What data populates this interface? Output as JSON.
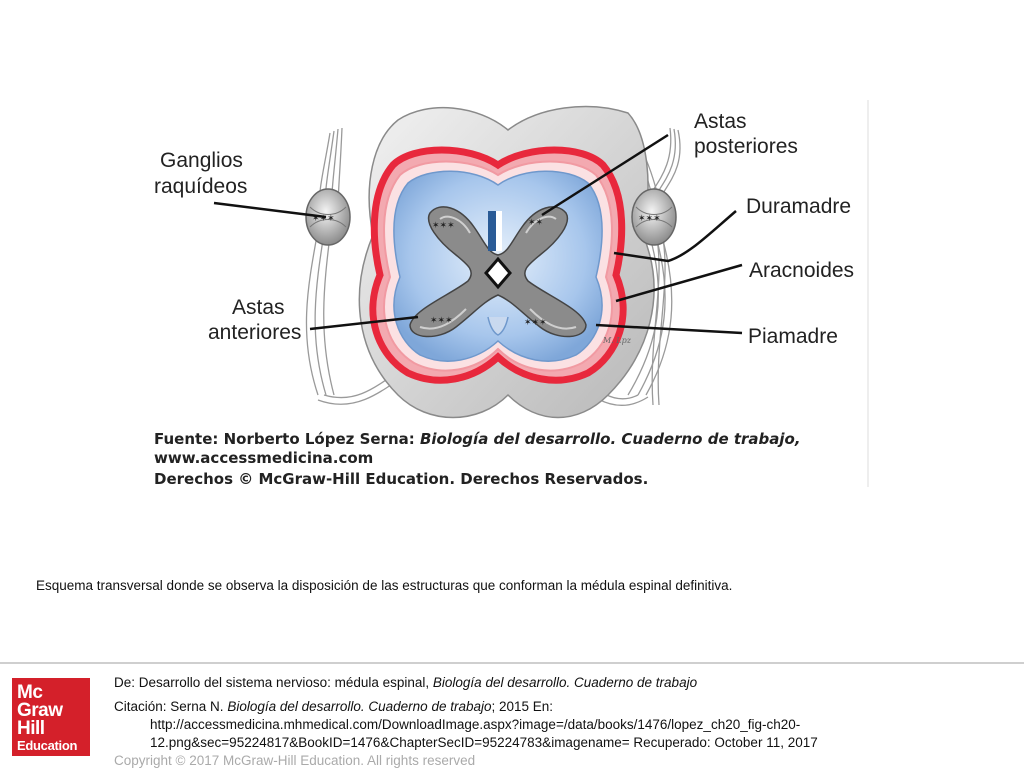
{
  "figure": {
    "labels": {
      "ganglios_line1": "Ganglios",
      "ganglios_line2": "raquídeos",
      "astas_post_line1": "Astas",
      "astas_post_line2": "posteriores",
      "duramadre": "Duramadre",
      "aracnoides": "Aracnoides",
      "astas_ant_line1": "Astas",
      "astas_ant_line2": "anteriores",
      "piamadre": "Piamadre"
    },
    "source": {
      "line1_prefix": "Fuente: Norberto López Serna: ",
      "line1_italic": "Biología del desarrollo. Cuaderno de trabajo,",
      "line2": "www.accessmedicina.com",
      "line3": "Derechos © McGraw-Hill Education. Derechos Reservados."
    }
  },
  "caption": "Esquema transversal donde se observa la disposición de las estructuras que conforman la médula espinal definitiva.",
  "logo": {
    "line1": "Mc",
    "line2": "Graw",
    "line3": "Hill",
    "line4": "Education"
  },
  "footer": {
    "de_prefix": "De: Desarrollo del sistema nervioso: médula espinal, ",
    "de_italic": "Biología del desarrollo. Cuaderno de trabajo",
    "cit_prefix": "Citación: Serna N. ",
    "cit_italic": "Biología del desarrollo. Cuaderno de trabajo",
    "cit_suffix": "; 2015 En:",
    "cit_url1": "http://accessmedicina.mhmedical.com/DownloadImage.aspx?image=/data/books/1476/lopez_ch20_fig-ch20-",
    "cit_url2": "12.png&sec=95224817&BookID=1476&ChapterSecID=95224783&imagename= Recuperado: October 11, 2017",
    "copyright": "Copyright © 2017 McGraw-Hill Education. All rights reserved"
  },
  "colors": {
    "dura": "#d8d8d8",
    "arachnoid_red": "#e8283c",
    "pia_pink": "#f6c0c4",
    "white_matter": "#a9c9ee",
    "grey_matter": "#8a8a8a",
    "logo_red": "#d4202a"
  }
}
